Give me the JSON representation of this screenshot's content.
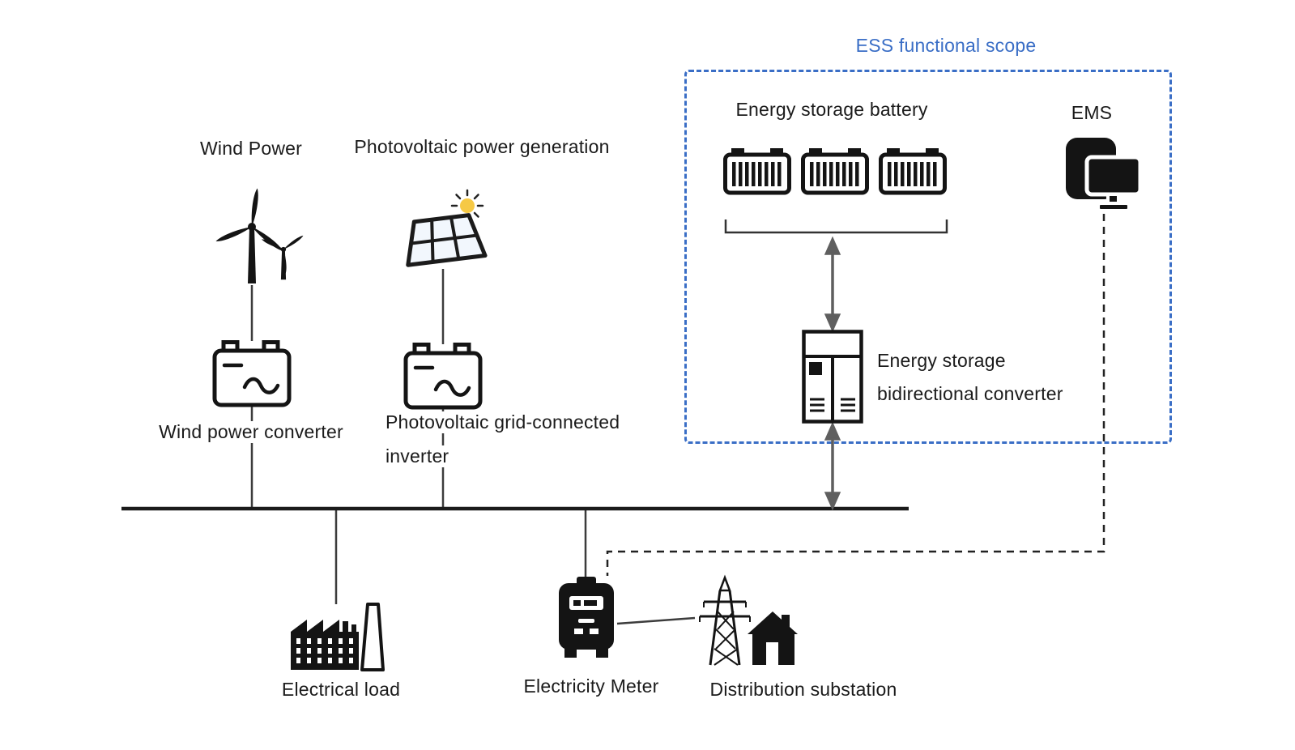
{
  "diagram": {
    "ess_scope_title": "ESS functional scope",
    "nodes": {
      "wind_power": "Wind Power",
      "pv_generation": "Photovoltaic power generation",
      "energy_storage_battery": "Energy storage battery",
      "ems": "EMS",
      "wind_converter": "Wind power converter",
      "pv_inverter_line1": "Photovoltaic grid-connected",
      "pv_inverter_line2": "inverter",
      "ess_converter_line1": "Energy storage",
      "ess_converter_line2": "bidirectional converter",
      "electrical_load": "Electrical load",
      "electricity_meter": "Electricity Meter",
      "distribution_substation": "Distribution substation"
    },
    "colors": {
      "accent_blue": "#3a6ec6",
      "ink": "#141414",
      "arrow_gray": "#5f5f5f",
      "sun_yellow": "#f6c945"
    },
    "icons": [
      "wind-turbine-icon",
      "solar-panel-icon",
      "battery-bank-icon",
      "ems-terminal-icon",
      "wind-converter-icon",
      "pv-inverter-icon",
      "bidirectional-converter-icon",
      "factory-icon",
      "electricity-meter-icon",
      "transmission-tower-house-icon"
    ]
  }
}
